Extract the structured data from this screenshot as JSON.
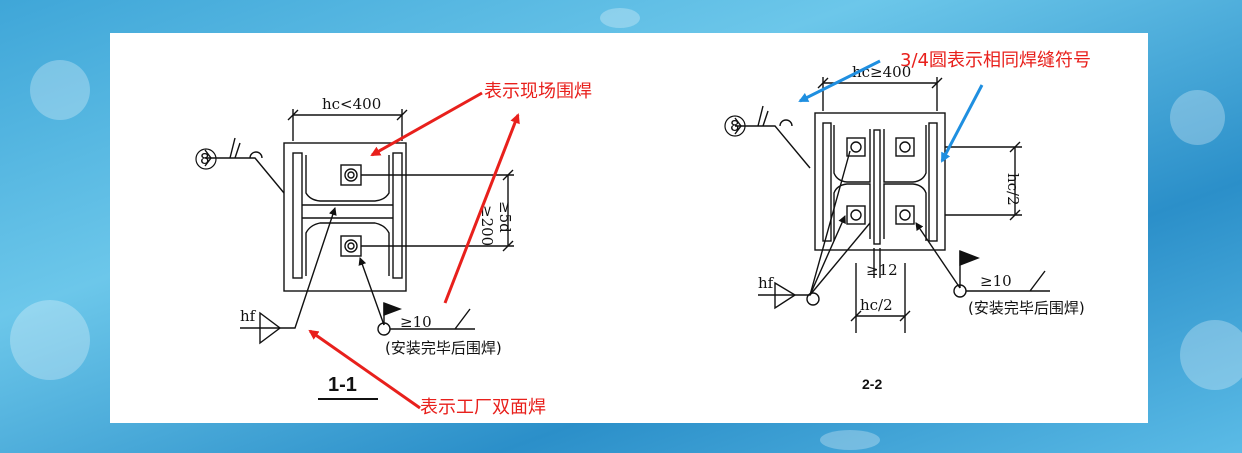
{
  "left_detail": {
    "marker": "8",
    "dim_top": "hc<400",
    "dim_vertical_1": "≥200",
    "dim_vertical_2": "≥5d",
    "weld_size": "≥10",
    "note": "(安装完毕后围焊)",
    "hf": "hf",
    "section_label": "1-1"
  },
  "right_detail": {
    "marker": "8",
    "dim_top": "hc≥400",
    "dim_side": "hc/2",
    "dim_gap": "≥12",
    "dim_bottom": "hc/2",
    "weld_size": "≥10",
    "note": "(安装完毕后围焊)",
    "hf": "hf",
    "section_label": "2-2"
  },
  "annotations": {
    "field_weld": "表示现场围焊",
    "shop_weld": "表示工厂双面焊",
    "three_quarter_circle": "3/4圆表示相同焊缝符号"
  },
  "colors": {
    "annotation_red": "#e8201c",
    "annotation_blue": "#1f8fe0",
    "line": "#111111"
  }
}
